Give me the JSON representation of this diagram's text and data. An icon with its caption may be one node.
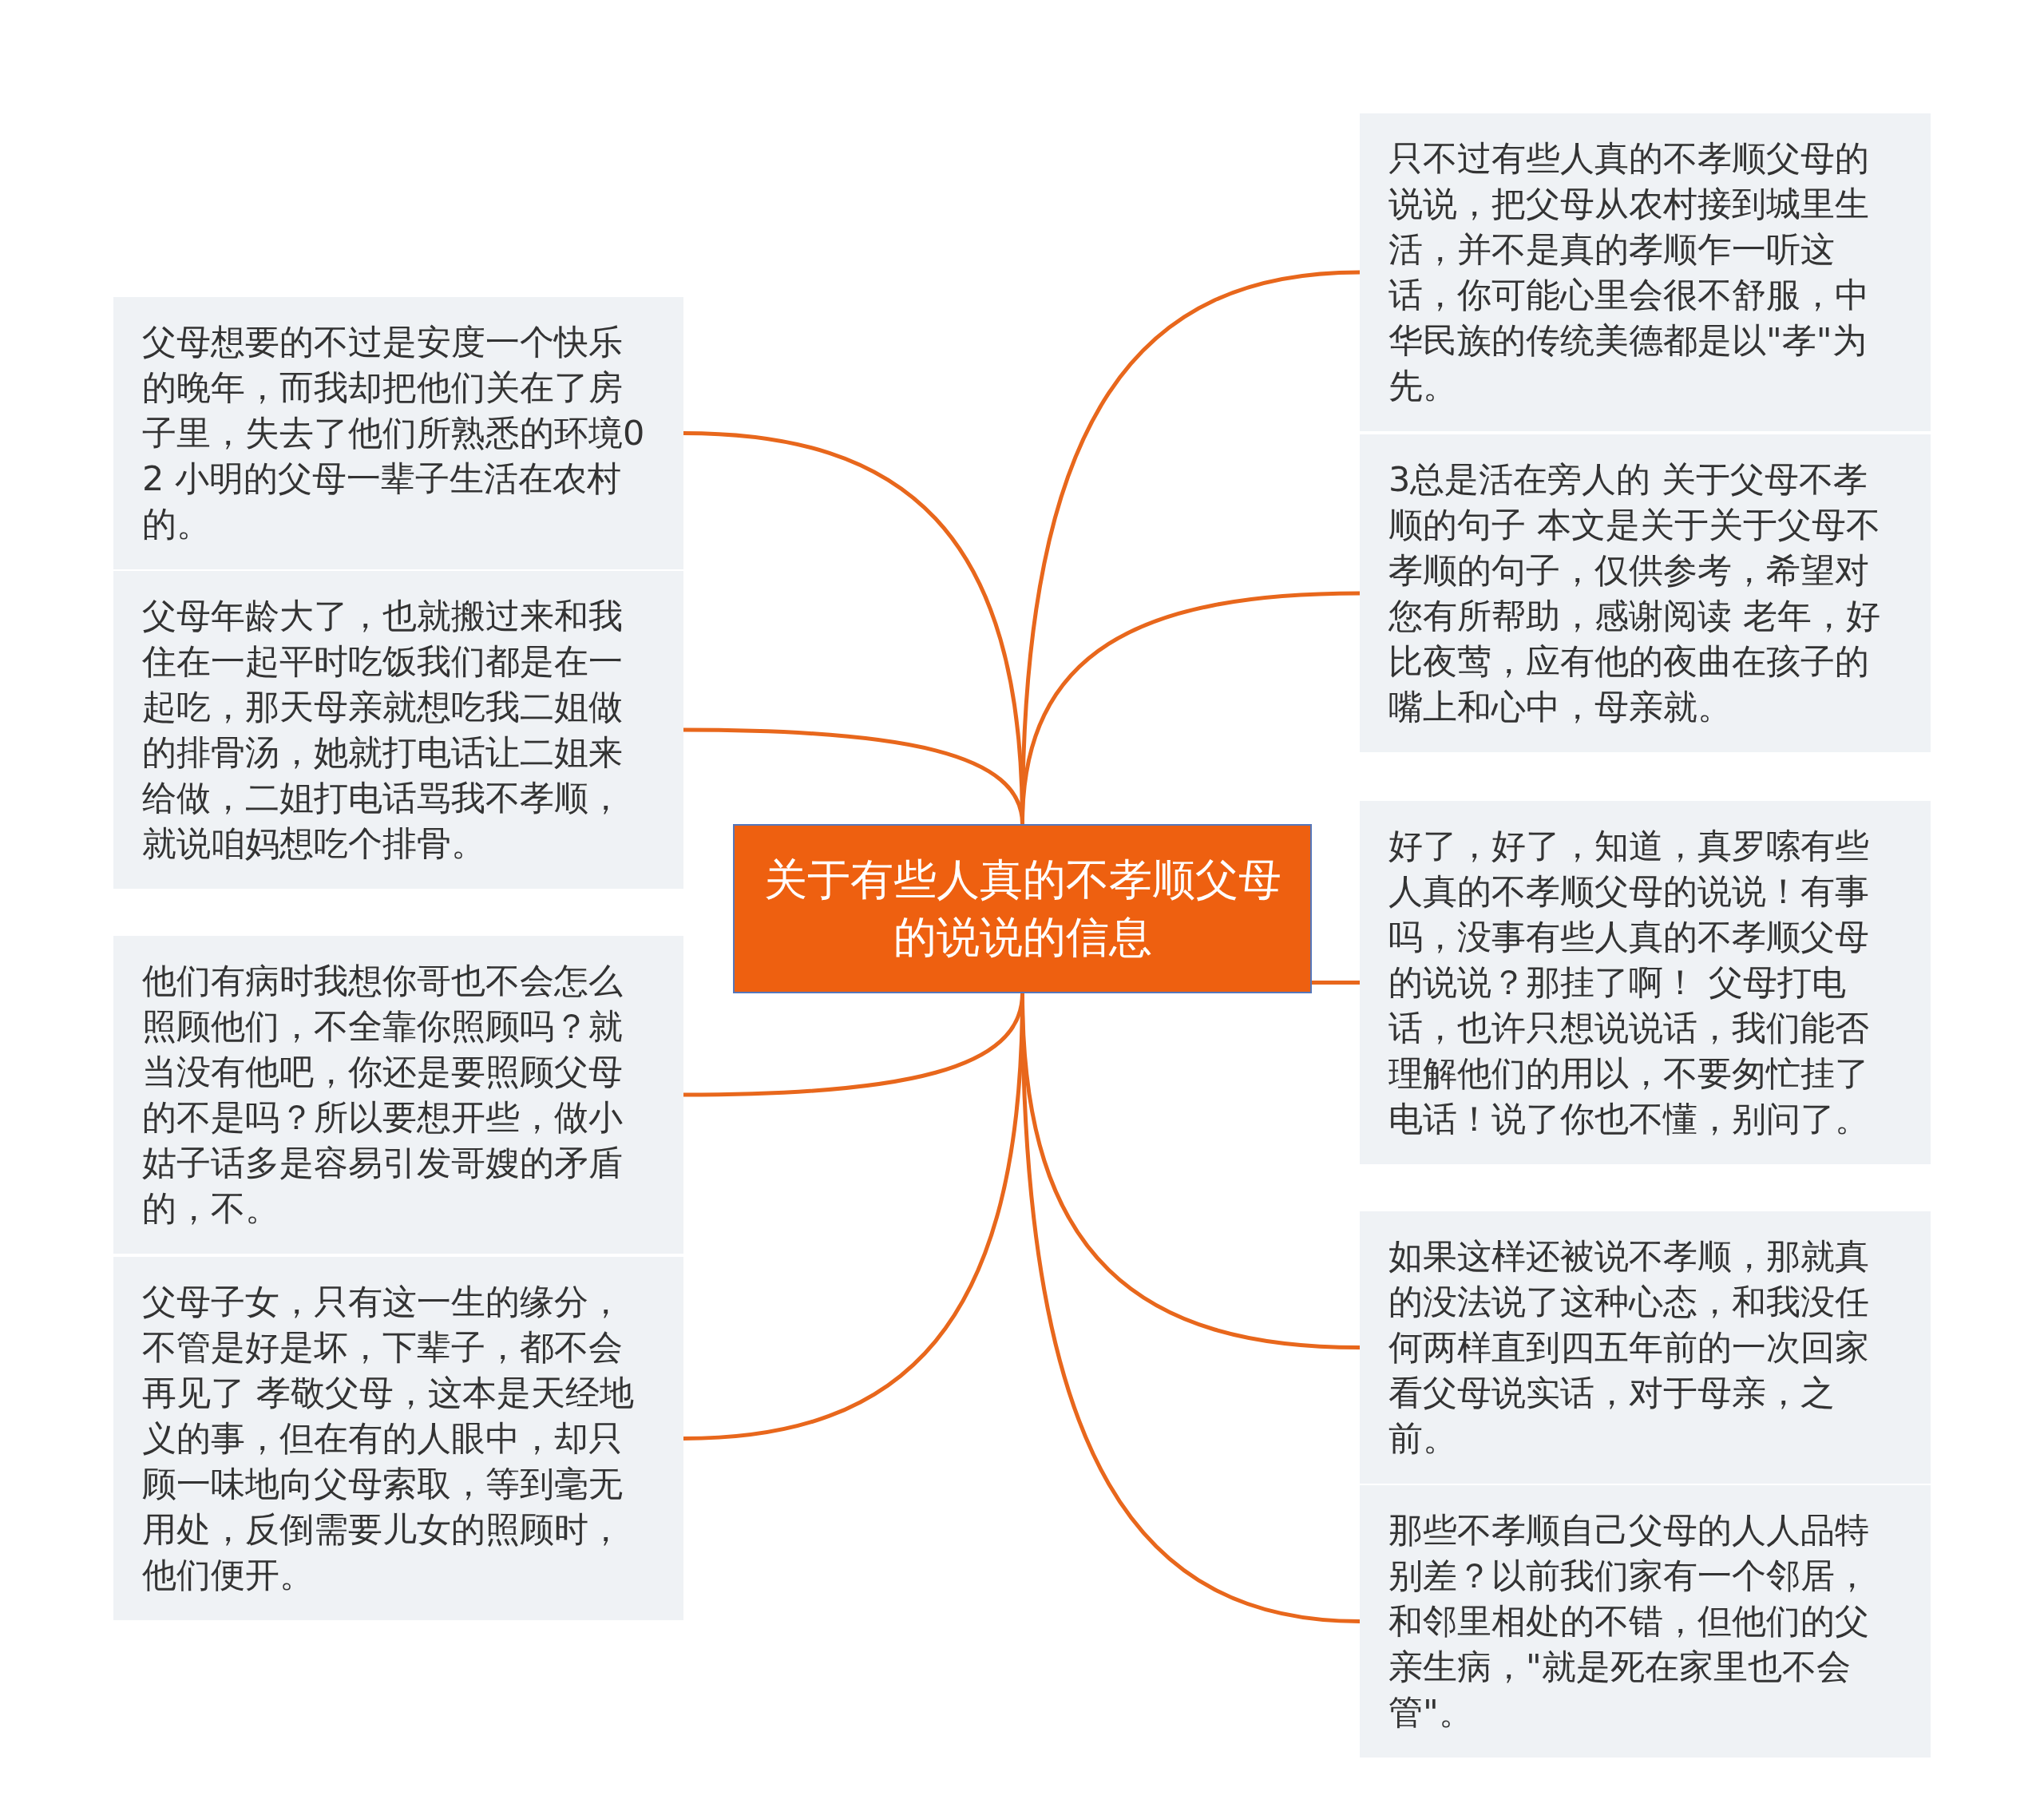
{
  "diagram": {
    "nodes": [
      {
        "text": [
          "关于有些人真的不孝顺父母的说说的信息"
        ]
      },
      {
        "text": [
          "父母想要的不过是安度一个快乐的晚年，而我却把他们关在了房子里，失去了他们所熟悉的环境02 小明的父母一辈子生活在农村的。"
        ]
      },
      {
        "text": [
          "父母年龄大了，也就搬过来和我住在一起平时吃饭我们都是在一起吃，那天母亲就想吃我二姐做的排骨汤，她就打电话让二姐来给做，二姐打电话骂我不孝顺，就说咱妈想吃个排骨。"
        ]
      },
      {
        "text": [
          "他们有病时我想你哥也不会怎么照顾他们，不全靠你照顾吗？就当没有他吧，你还是要照顾父母的不是吗？所以要想开些，做小姑子话多是容易引发哥嫂的矛盾的，不。"
        ]
      },
      {
        "text": [
          "父母子女，只有这一生的缘分，不管是好是坏，下辈子，都不会再见了 孝敬父母，这本是天经地义的事，但在有的人眼中，却只顾一味地向父母索取，等到毫无用处，反倒需要儿女的照顾时，他们便开。"
        ]
      },
      {
        "text": [
          "只不过有些人真的不孝顺父母的说说，把父母从农村接到城里生活，并不是真的孝顺乍一听这话，你可能心里会很不舒服，中华民族的传统美德都是以\"孝\"为先。"
        ]
      },
      {
        "text": [
          "3总是活在旁人的 关于父母不孝顺的句子 本文是关于关于父母不孝顺的句子，仅供参考，希望对您有所帮助，感谢阅读 老年，好比夜莺，应有他的夜曲在孩子的嘴上和心中，母亲就。"
        ]
      },
      {
        "text": [
          "好了，好了，知道，真罗嗦有些人真的不孝顺父母的说说！有事吗，没事有些人真的不孝顺父母的说说？那挂了啊！ 父母打电话，也许只想说说话，我们能否理解他们的用以，不要匆忙挂了电话！说了你也不懂，别问了。"
        ]
      },
      {
        "text": [
          "如果这样还被说不孝顺，那就真的没法说了这种心态，和我没任何两样直到四五年前的一次回家看父母说实话，对于母亲，之前。"
        ]
      },
      {
        "text": [
          "那些不孝顺自己父母的人人品特别差？以前我们家有一个邻居，和邻里相处的不错，但他们的父亲生病，\"就是死在家里也不会管\"。"
        ]
      }
    ],
    "edges": [
      {
        "from": 0,
        "to": 1,
        "arrow": "none"
      },
      {
        "from": 0,
        "to": 2,
        "arrow": "none"
      },
      {
        "from": 0,
        "to": 3,
        "arrow": "none"
      },
      {
        "from": 0,
        "to": 4,
        "arrow": "none"
      },
      {
        "from": 0,
        "to": 5,
        "arrow": "none"
      },
      {
        "from": 0,
        "to": 6,
        "arrow": "none"
      },
      {
        "from": 0,
        "to": 7,
        "arrow": "none"
      },
      {
        "from": 0,
        "to": 8,
        "arrow": "none"
      },
      {
        "from": 0,
        "to": 9,
        "arrow": "none"
      }
    ]
  }
}
